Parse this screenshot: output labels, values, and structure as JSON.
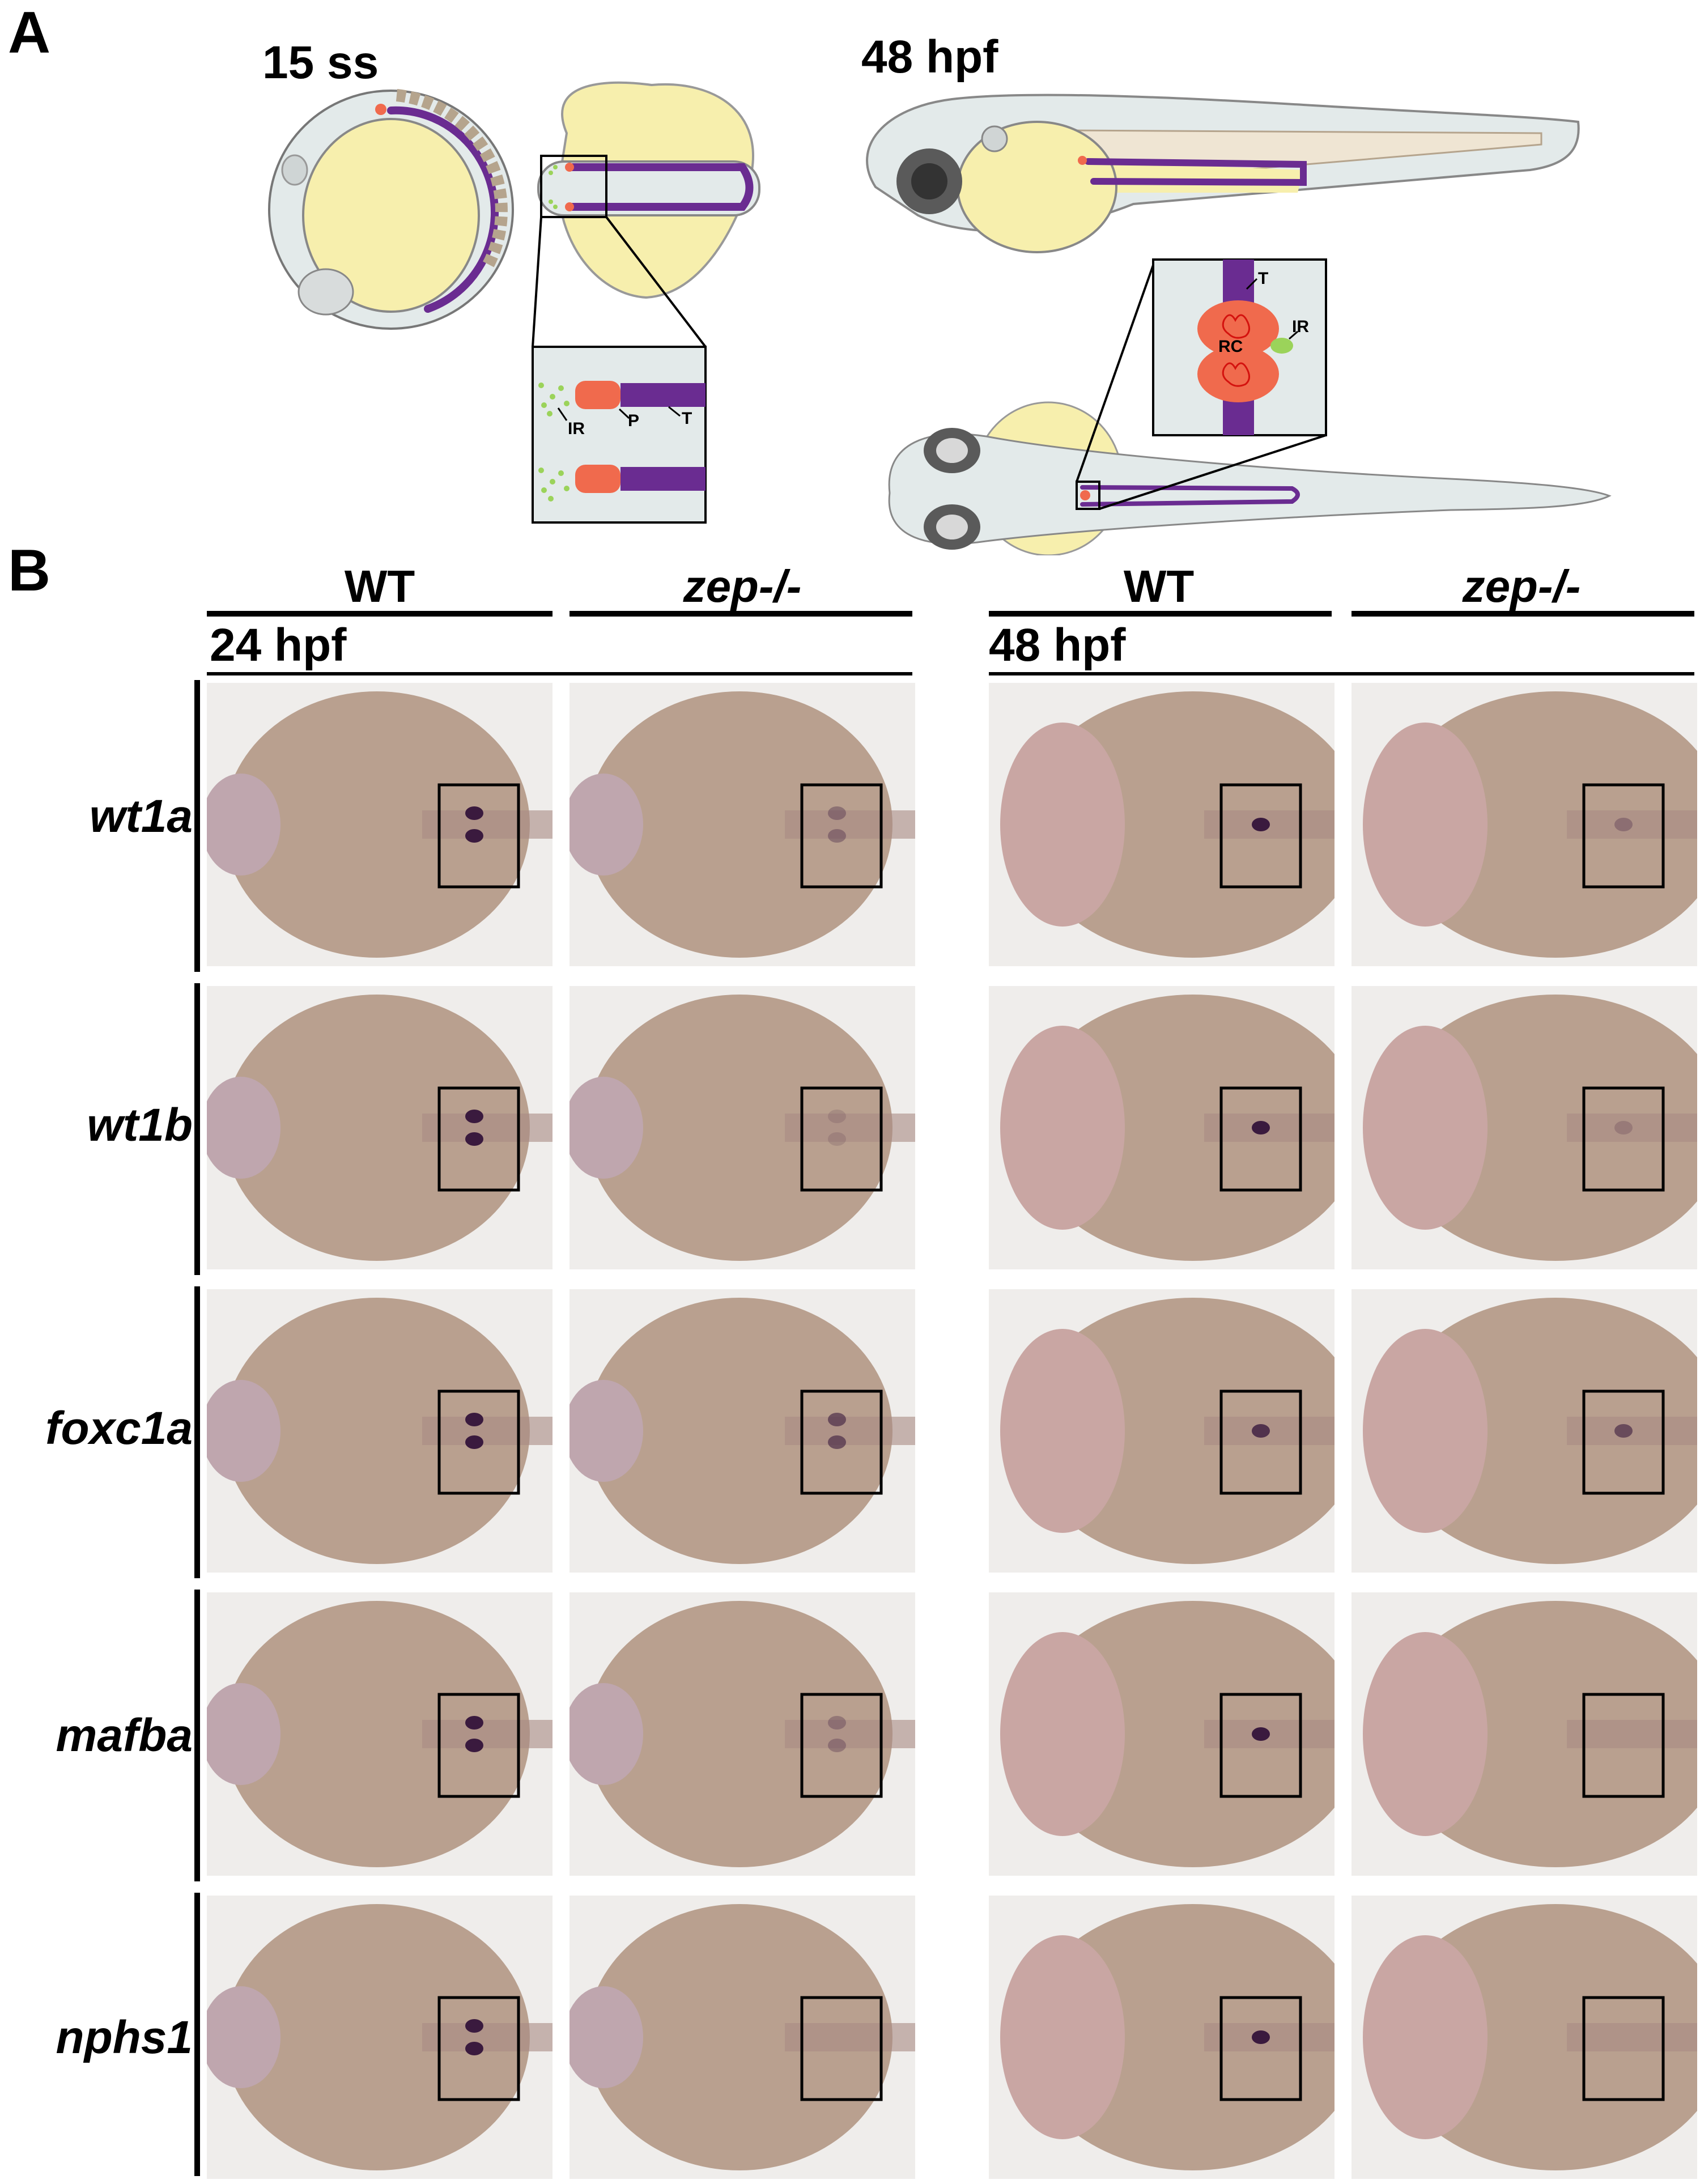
{
  "panel_a": {
    "letter": "A",
    "stage_left": "15 ss",
    "stage_right": "48 hpf",
    "inset_left_labels": {
      "ir": "IR",
      "p": "P",
      "t": "T"
    },
    "inset_right_labels": {
      "t": "T",
      "rc": "RC",
      "ir": "IR"
    }
  },
  "panel_b": {
    "letter": "B",
    "genotype_headers": [
      "WT",
      "zep-/-",
      "WT",
      "zep-/-"
    ],
    "timepoints": [
      "24 hpf",
      "48 hpf"
    ],
    "genes": [
      "wt1a",
      "wt1b",
      "foxc1a",
      "mafba",
      "nphs1"
    ]
  },
  "colors": {
    "yolk": "#f7efad",
    "embryo": "#e7eded",
    "pronephros": "#6a2c91",
    "podocyte": "#f06a4d",
    "interrenal": "#9bd35a",
    "ish_background": "#b9a08f",
    "ish_stain": "#3a1a3e"
  }
}
